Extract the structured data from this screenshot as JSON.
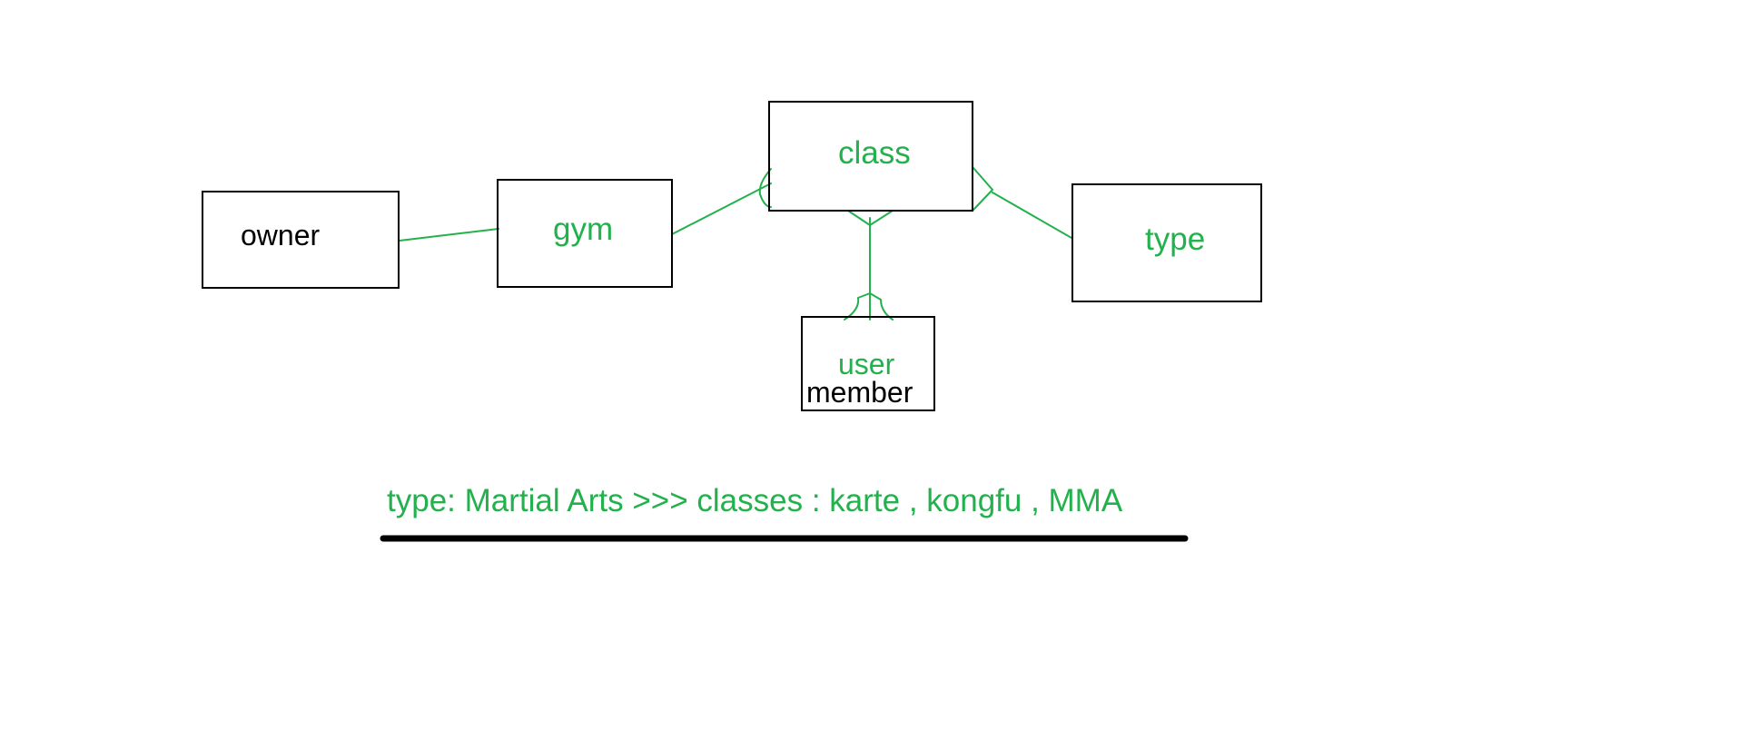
{
  "colors": {
    "ink": "#000000",
    "accent": "#22b14c",
    "background": "#ffffff"
  },
  "entities": {
    "owner": {
      "label": "owner",
      "color": "#000000"
    },
    "gym": {
      "label": "gym",
      "color": "#22b14c"
    },
    "class": {
      "label": "class",
      "color": "#22b14c"
    },
    "type": {
      "label": "type",
      "color": "#22b14c"
    },
    "user": {
      "label": "user",
      "color": "#22b14c",
      "sub_label": "member",
      "sub_color": "#000000"
    }
  },
  "relationships": [
    {
      "from": "owner",
      "to": "gym",
      "from_end": "none",
      "to_end": "none"
    },
    {
      "from": "gym",
      "to": "class",
      "from_end": "none",
      "to_end": "crow-foot"
    },
    {
      "from": "type",
      "to": "class",
      "from_end": "none",
      "to_end": "crow-foot"
    },
    {
      "from": "class",
      "to": "user",
      "from_end": "crow-foot",
      "to_end": "crow-foot"
    }
  ],
  "note": {
    "text": "type: Martial Arts >>> classes : karte , kongfu , MMA",
    "color": "#22b14c"
  }
}
